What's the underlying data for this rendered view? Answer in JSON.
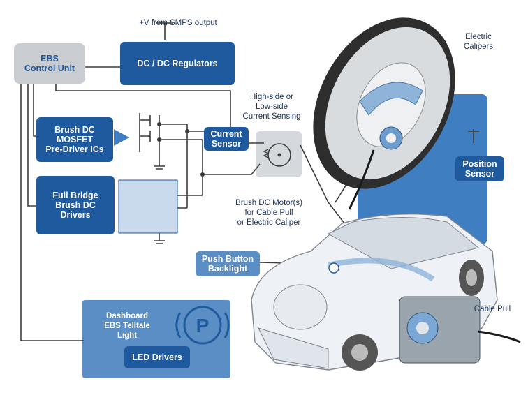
{
  "labels": {
    "smps": "+V from SMPS output",
    "ebs_control": "EBS\nControl Unit",
    "dcdc": "DC / DC Regulators",
    "brush_predriver": "Brush DC\nMOSFET\nPre-Driver ICs",
    "full_bridge": "Full Bridge\nBrush DC\nDrivers",
    "current_sensor": "Current\nSensor",
    "sensing": "High-side or\nLow-side\nCurrent Sensing",
    "electric_calipers": "Electric\nCalipers",
    "position_sensor": "Position\nSensor",
    "motor": "Brush DC Motor(s)\nfor Cable Pull\nor Electric Caliper",
    "push_button": "Push Button\nBacklight",
    "dashboard": "Dashboard\nEBS Telltale\nLight",
    "led_drivers": "LED Drivers",
    "cable_pull": "Cable Pull",
    "p_symbol": "P"
  },
  "colors": {
    "dark_blue": "#1f5a9e",
    "medium_blue": "#3f7fc1",
    "light_panel": "#5a8ec4",
    "gray_box": "#c9ccd1",
    "wire": "#3c3c3c",
    "label_text": "#1d3557"
  }
}
